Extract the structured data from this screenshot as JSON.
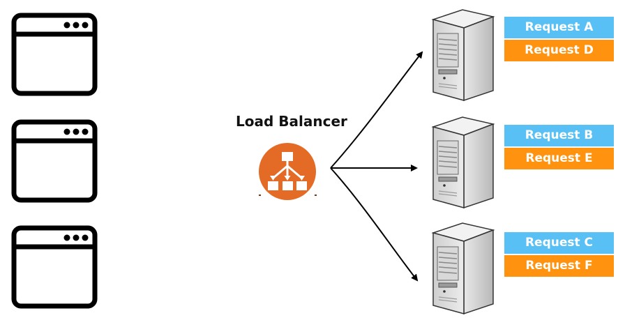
{
  "clients": [
    {
      "id": "client-1"
    },
    {
      "id": "client-2"
    },
    {
      "id": "client-3"
    }
  ],
  "load_balancer": {
    "title": "Load Balancer",
    "icon": "load-balancer-icon",
    "color": "#e46b25"
  },
  "servers": [
    {
      "requests": [
        "Request A",
        "Request D"
      ]
    },
    {
      "requests": [
        "Request B",
        "Request E"
      ]
    },
    {
      "requests": [
        "Request C",
        "Request F"
      ]
    }
  ],
  "colors": {
    "request_primary": "#58c0f4",
    "request_secondary": "#ff930f",
    "arrow": "#000000",
    "browser_outline": "#000000",
    "server_body": "#dcdcdc"
  }
}
